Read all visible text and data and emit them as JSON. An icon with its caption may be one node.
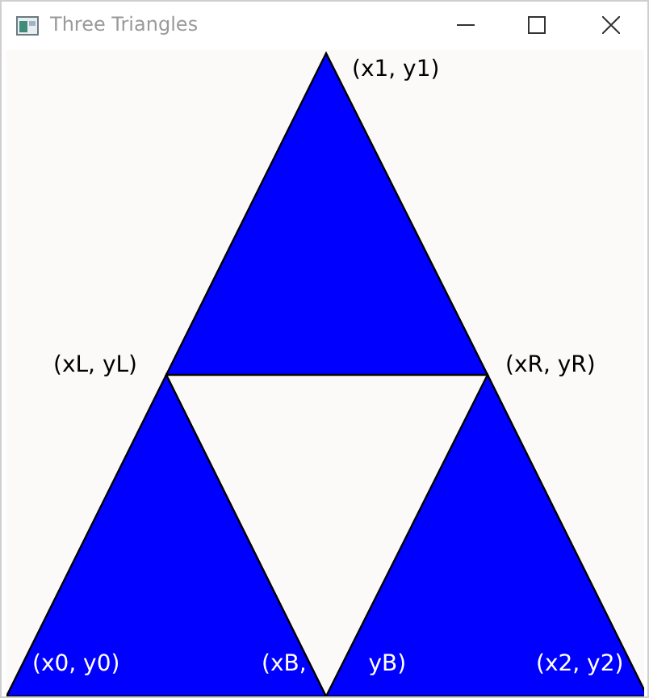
{
  "diagram": {
    "title": "Three Triangles",
    "labels": [
      "(x1, y1)",
      "(xL, yL)",
      "(xR, yR)",
      "(x0, y0)",
      "(xB, yB)",
      "(x2, y2)"
    ]
  }
}
